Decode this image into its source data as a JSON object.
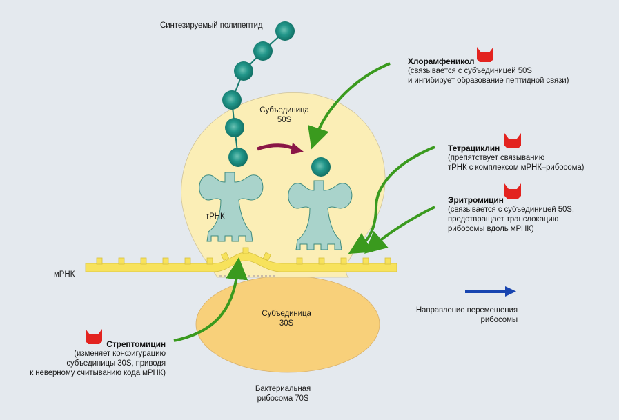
{
  "diagram": {
    "title": "Бактериальная рибосома 70S",
    "labels": {
      "polypeptide": "Синтезируемый полипептид",
      "subunit_50s": [
        "Субъединица",
        "50S"
      ],
      "subunit_30s": [
        "Субъединица",
        "30S"
      ],
      "trna": "тРНК",
      "mrna": "мРНК",
      "ribosome": [
        "Бактериальная",
        "рибосома 70S"
      ],
      "direction": [
        "Направление перемещения",
        "рибосомы"
      ]
    },
    "antibiotics": [
      {
        "name": "Хлорамфеникол",
        "desc": [
          "(связывается с субъединицей 50S",
          "и ингибирует образование пептидной связи)"
        ],
        "icon": "antibiotic-cup-icon"
      },
      {
        "name": "Тетрациклин",
        "desc": [
          "(препятствует связыванию",
          "тРНК с комплексом мРНК–рибосома)"
        ],
        "icon": "antibiotic-cup-icon"
      },
      {
        "name": "Эритромицин",
        "desc": [
          "(связывается с субъединицей 50S,",
          "предотвращает транслокацию",
          "рибосомы вдоль мРНК)"
        ],
        "icon": "antibiotic-cup-icon"
      },
      {
        "name": "Стрептомицин",
        "desc": [
          "(изменяет конфигурацию",
          "субъединицы 30S, приводя",
          "к неверному считыванию кода мРНК)"
        ],
        "icon": "antibiotic-cup-icon"
      }
    ],
    "colors": {
      "background": "#e4e9ee",
      "subunit_50s": "#fbeeb6",
      "subunit_30s": "#f8d07a",
      "mrna": "#f7e25c",
      "trna": "#a9d3cb",
      "amino_acid": "#1f9383",
      "antibiotic": "#e3231f",
      "arrow_green": "#3a9a1e",
      "arrow_translocation": "#8a1646",
      "arrow_direction": "#1845b0"
    }
  }
}
